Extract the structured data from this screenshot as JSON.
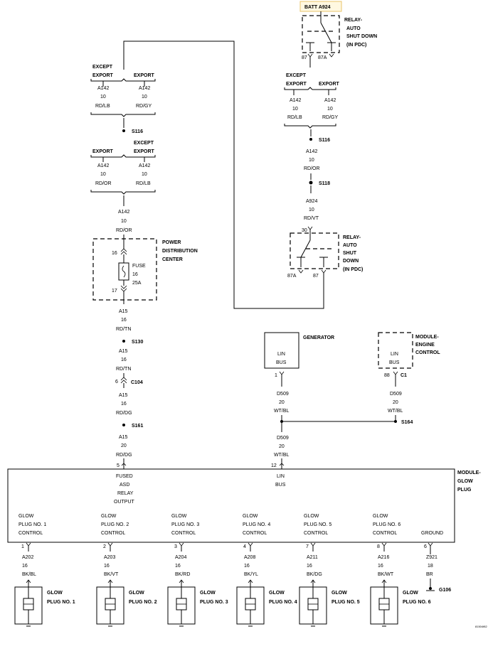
{
  "batt_a924": "BATT A924",
  "relay_top_label": [
    "RELAY-",
    "AUTO",
    "SHUT DOWN",
    "(IN PDC)"
  ],
  "relay_top_pins": {
    "p87": "87",
    "p87a": "87A"
  },
  "right_split1": {
    "left_top": "EXCEPT",
    "left_bottom": "EXPORT",
    "right": "EXPORT",
    "left_wire": [
      "A142",
      "10",
      "RD/LB"
    ],
    "right_wire": [
      "A142",
      "10",
      "RD/GY"
    ]
  },
  "s116_right": "S116",
  "right_wire_a142": [
    "A142",
    "10",
    "RD/OR"
  ],
  "s118": "S118",
  "right_wire_a924": [
    "A924",
    "10",
    "RD/VT"
  ],
  "relay_mid_pin30": "30",
  "relay_mid_label": [
    "RELAY-",
    "AUTO",
    "SHUT",
    "DOWN",
    "(IN PDC)"
  ],
  "relay_mid_pins": {
    "p87a": "87A",
    "p87": "87"
  },
  "left_split1": {
    "left_top": "EXCEPT",
    "left_bottom": "EXPORT",
    "right": "EXPORT",
    "left_wire": [
      "A142",
      "10",
      "RD/LB"
    ],
    "right_wire": [
      "A142",
      "10",
      "RD/GY"
    ]
  },
  "s116_left": "S116",
  "left_split2": {
    "left": "EXPORT",
    "right_top": "EXCEPT",
    "right_bottom": "EXPORT",
    "left_wire": [
      "A142",
      "10",
      "RD/OR"
    ],
    "right_wire": [
      "A142",
      "10",
      "RD/LB"
    ]
  },
  "left_wire_a142": [
    "A142",
    "10",
    "RD/OR"
  ],
  "pdc_label": [
    "POWER",
    "DISTRIBUTION",
    "CENTER"
  ],
  "fuse": {
    "pin_in": "16",
    "pin_out": "17",
    "label": [
      "FUSE",
      "16",
      "25A"
    ]
  },
  "wire_a15_1": [
    "A15",
    "16",
    "RD/TN"
  ],
  "s130": "S130",
  "wire_a15_2": [
    "A15",
    "16",
    "RD/TN"
  ],
  "c104": {
    "pin": "6",
    "label": "C104"
  },
  "wire_a15_3": [
    "A15",
    "16",
    "RD/DG"
  ],
  "s161": "S161",
  "wire_a15_4": [
    "A15",
    "20",
    "RD/DG"
  ],
  "module_pin5": "5",
  "generator": {
    "title": "GENERATOR",
    "inner": [
      "LIN",
      "BUS"
    ],
    "pin": "1"
  },
  "engine_module": {
    "title": [
      "MODULE-",
      "ENGINE",
      "CONTROL"
    ],
    "inner": [
      "LIN",
      "BUS"
    ],
    "pin": "88",
    "connector": "C1"
  },
  "wire_d509_gen": [
    "D509",
    "20",
    "WT/BL"
  ],
  "wire_d509_ecm": [
    "D509",
    "20",
    "WT/BL"
  ],
  "s164": "S164",
  "wire_d509_mod": [
    "D509",
    "20",
    "WT/BL"
  ],
  "module_pin12": "12",
  "glow_module": {
    "title": [
      "MODULE-",
      "GLOW",
      "PLUG"
    ],
    "fused_asd": [
      "FUSED",
      "ASD",
      "RELAY",
      "OUTPUT"
    ],
    "lin_bus": [
      "LIN",
      "BUS"
    ],
    "controls": [
      [
        "GLOW",
        "PLUG NO. 1",
        "CONTROL"
      ],
      [
        "GLOW",
        "PLUG NO. 2",
        "CONTROL"
      ],
      [
        "GLOW",
        "PLUG NO. 3",
        "CONTROL"
      ],
      [
        "GLOW",
        "PLUG NO. 4",
        "CONTROL"
      ],
      [
        "GLOW",
        "PLUG NO. 5",
        "CONTROL"
      ],
      [
        "GLOW",
        "PLUG NO. 6",
        "CONTROL"
      ]
    ],
    "ground": "GROUND"
  },
  "plug_wires": [
    {
      "pin": "1",
      "wire": [
        "A202",
        "16",
        "BK/BL"
      ],
      "plug": [
        "GLOW",
        "PLUG NO. 1"
      ]
    },
    {
      "pin": "2",
      "wire": [
        "A203",
        "16",
        "BK/VT"
      ],
      "plug": [
        "GLOW",
        "PLUG NO. 2"
      ]
    },
    {
      "pin": "3",
      "wire": [
        "A204",
        "16",
        "BK/RD"
      ],
      "plug": [
        "GLOW",
        "PLUG NO. 3"
      ]
    },
    {
      "pin": "4",
      "wire": [
        "A208",
        "16",
        "BK/YL"
      ],
      "plug": [
        "GLOW",
        "PLUG NO. 4"
      ]
    },
    {
      "pin": "7",
      "wire": [
        "A211",
        "16",
        "BK/DG"
      ],
      "plug": [
        "GLOW",
        "PLUG NO. 5"
      ]
    },
    {
      "pin": "8",
      "wire": [
        "A216",
        "16",
        "BK/WT"
      ],
      "plug": [
        "GLOW",
        "PLUG NO. 6"
      ]
    }
  ],
  "ground_wire": {
    "pin": "6",
    "wire": [
      "Z921",
      "18",
      "BR"
    ],
    "label": "G106"
  },
  "figure_id": "81504f82"
}
